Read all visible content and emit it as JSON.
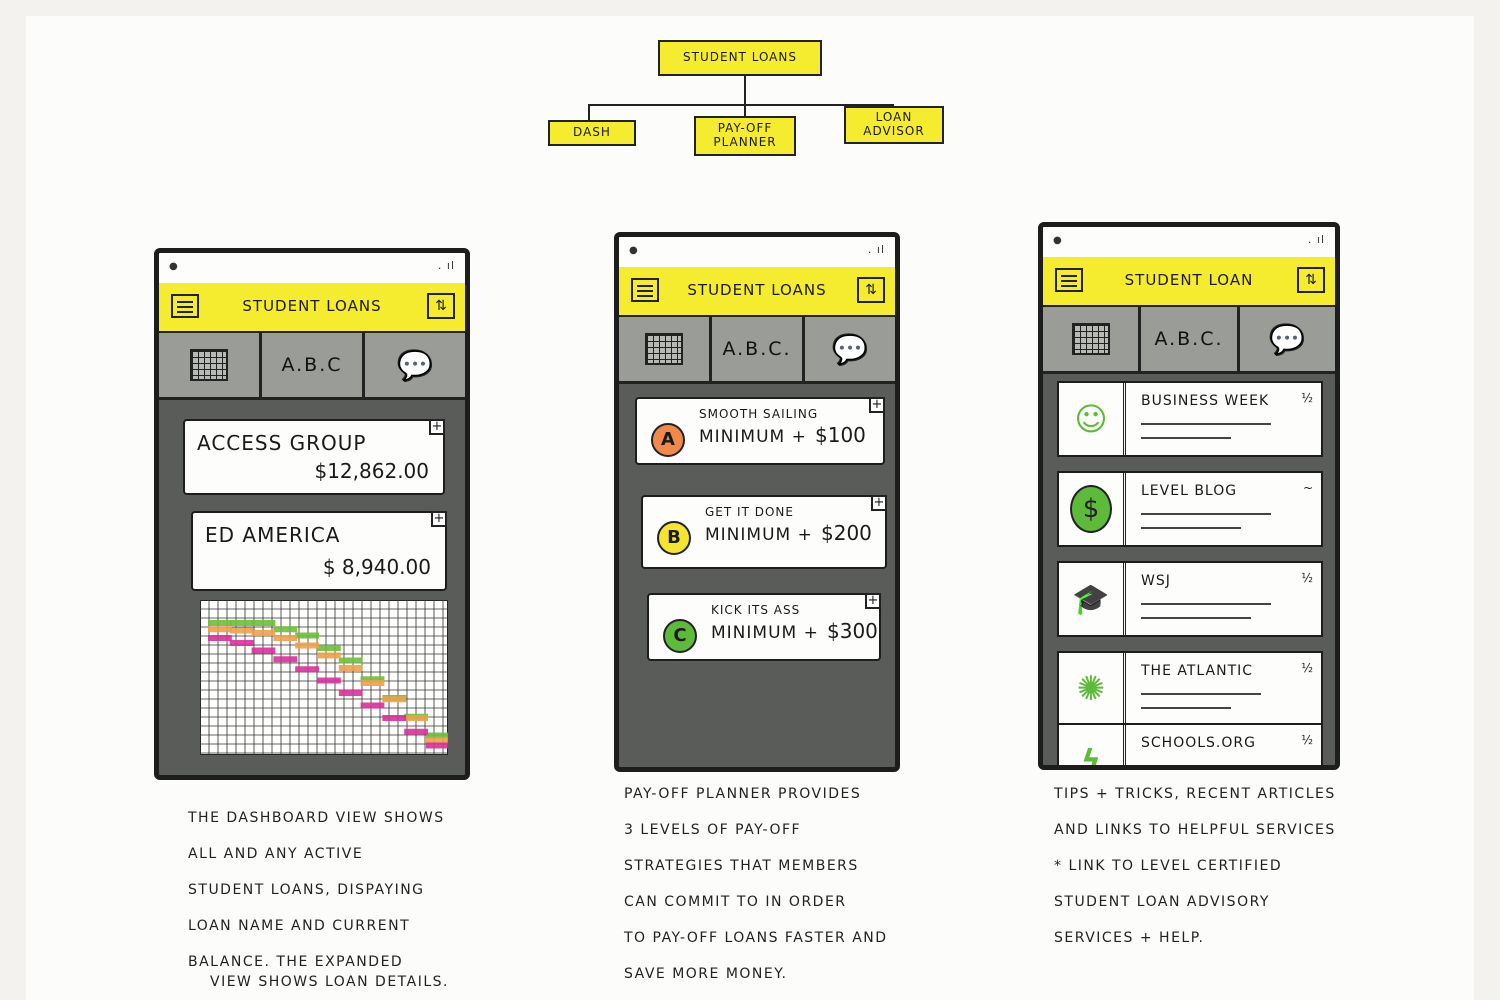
{
  "sitemap": {
    "root": "Student Loans",
    "children": [
      "Dash",
      "Pay-off Planner",
      "Loan Advisor"
    ]
  },
  "screens": {
    "dashboard": {
      "title": "Student Loans",
      "tabs": [
        "A.B.C"
      ],
      "loans": [
        {
          "name": "Access Group",
          "balance": "$12,862.00"
        },
        {
          "name": "Ed America",
          "balance": "$ 8,940.00"
        }
      ],
      "plus": "+",
      "chart_data": {
        "type": "line",
        "series": [
          {
            "color": "#6bbf3b",
            "values": [
              0,
              0,
              0,
              0.5,
              1,
              2,
              3,
              4.5,
              6,
              7.5,
              9
            ]
          },
          {
            "color": "#f0a04b",
            "values": [
              0.5,
              0.6,
              0.8,
              1.2,
              1.8,
              2.6,
              3.6,
              4.8,
              6.1,
              7.6,
              9.4
            ]
          },
          {
            "color": "#d9319a",
            "values": [
              1.2,
              1.6,
              2.2,
              2.9,
              3.7,
              4.6,
              5.6,
              6.6,
              7.6,
              8.7,
              9.8
            ]
          }
        ]
      }
    },
    "planner": {
      "title": "Student Loans",
      "tabs": [
        "A.B.C."
      ],
      "strategies": [
        {
          "letter": "A",
          "color": "#f08a4b",
          "subtitle": "Smooth Sailing",
          "label": "Minimum +",
          "amount": "$100"
        },
        {
          "letter": "B",
          "color": "#f6e52f",
          "subtitle": "Get It Done",
          "label": "Minimum +",
          "amount": "$200"
        },
        {
          "letter": "C",
          "color": "#5dba3a",
          "subtitle": "Kick Its Ass",
          "label": "Minimum +",
          "amount": "$300"
        }
      ],
      "plus": "+"
    },
    "advisor": {
      "title": "Student Loan",
      "tabs": [
        "A.B.C."
      ],
      "links": [
        {
          "source": "Business Week",
          "frac": "½",
          "icon": "person-icon",
          "glyph": "☺"
        },
        {
          "source": "Level Blog",
          "frac": "~",
          "icon": "dollar-icon",
          "glyph": "$"
        },
        {
          "source": "WSJ",
          "frac": "½",
          "icon": "graduation-cap-icon",
          "glyph": "🎓"
        },
        {
          "source": "The Atlantic",
          "frac": "½",
          "icon": "splash-icon",
          "glyph": "✺"
        },
        {
          "source": "Schools.org",
          "frac": "½",
          "icon": "lightning-icon",
          "glyph": "ϟ"
        }
      ]
    }
  },
  "notes": {
    "dashboard": [
      "The dashboard view shows",
      "all and any active",
      "student loans, dispaying",
      "loan name and current",
      "balance. The expanded",
      "view shows loan details."
    ],
    "planner": [
      "Pay-off planner provides",
      "3 levels of pay-off",
      "strategies that members",
      "can commit to in order",
      "to pay-off loans faster and",
      "save more money."
    ],
    "advisor": [
      "Tips + tricks, recent articles",
      "and links to helpful services",
      "* Link to level certified",
      "student loan advisory",
      "services + help."
    ]
  }
}
